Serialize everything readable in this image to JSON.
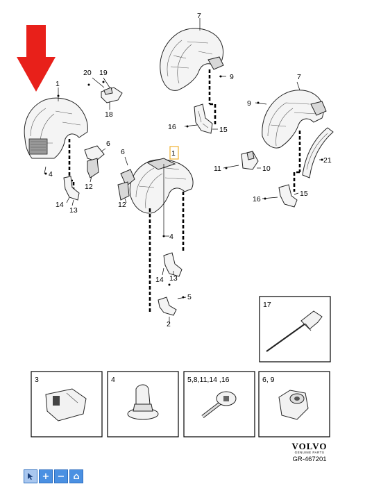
{
  "diagram": {
    "callouts": {
      "c1_left": "1",
      "c1_center": "1",
      "c2": "2",
      "c4_left": "4",
      "c4_center": "4",
      "c5": "5",
      "c6_left": "6",
      "c6_center": "6",
      "c7_top": "7",
      "c7_right": "7",
      "c9_top": "9",
      "c9_right": "9",
      "c10": "10",
      "c11": "11",
      "c12_left": "12",
      "c12_center": "12",
      "c13_left": "13",
      "c13_center": "13",
      "c14_left": "14",
      "c14_center": "14",
      "c15_top": "15",
      "c15_right": "15",
      "c16_top": "16",
      "c16_right": "16",
      "c18": "18",
      "c19": "19",
      "c20": "20",
      "c21": "21"
    },
    "detail_boxes": [
      {
        "label": "17"
      },
      {
        "label": "3"
      },
      {
        "label": "4"
      },
      {
        "label": "5,8,11,14 ,16"
      },
      {
        "label": "6, 9"
      }
    ],
    "highlight_color": "#f0b030",
    "arrow_color": "#e8201a"
  },
  "footer": {
    "brand": "VOLVO",
    "brand_sub": "GENUINE PARTS",
    "reference": "GR-467201"
  },
  "toolbar": {
    "pointer_icon": "cursor-icon",
    "zoom_in_glyph": "+",
    "zoom_out_glyph": "−",
    "home_glyph": "⌂"
  }
}
